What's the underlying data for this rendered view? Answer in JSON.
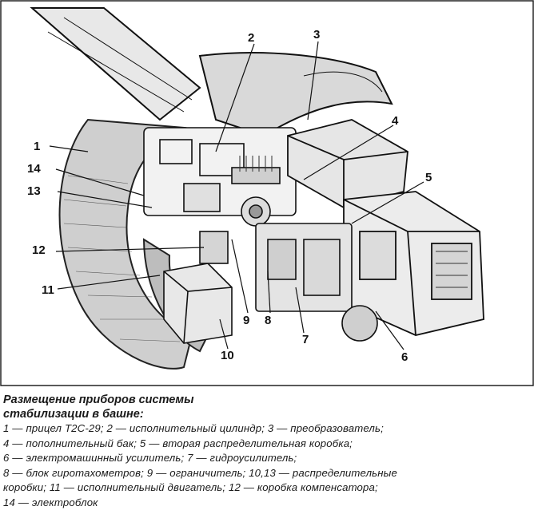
{
  "figure": {
    "callouts": [
      {
        "id": "c1",
        "label": "1"
      },
      {
        "id": "c2",
        "label": "2"
      },
      {
        "id": "c3",
        "label": "3"
      },
      {
        "id": "c4",
        "label": "4"
      },
      {
        "id": "c5",
        "label": "5"
      },
      {
        "id": "c6",
        "label": "6"
      },
      {
        "id": "c7",
        "label": "7"
      },
      {
        "id": "c8",
        "label": "8"
      },
      {
        "id": "c9",
        "label": "9"
      },
      {
        "id": "c10",
        "label": "10"
      },
      {
        "id": "c11",
        "label": "11"
      },
      {
        "id": "c12",
        "label": "12"
      },
      {
        "id": "c13",
        "label": "13"
      },
      {
        "id": "c14",
        "label": "14"
      }
    ]
  },
  "caption": {
    "title_line1": "Размещение приборов системы",
    "title_line2": "стабилизации в башне:",
    "lines": [
      "1 — прицел Т2С-29; 2 — исполнительный цилиндр; 3 — преобразователь;",
      "4 — пополнительный бак; 5 — вторая распределительная коробка;",
      "6 — электромашинный усилитель; 7 — гидроусилитель;",
      "8 — блок гиротахометров; 9 — ограничитель; 10,13 — распределительные",
      "коробки; 11 — исполнительный двигатель; 12 — коробка компенсатора;",
      "14 — электроблок"
    ]
  }
}
